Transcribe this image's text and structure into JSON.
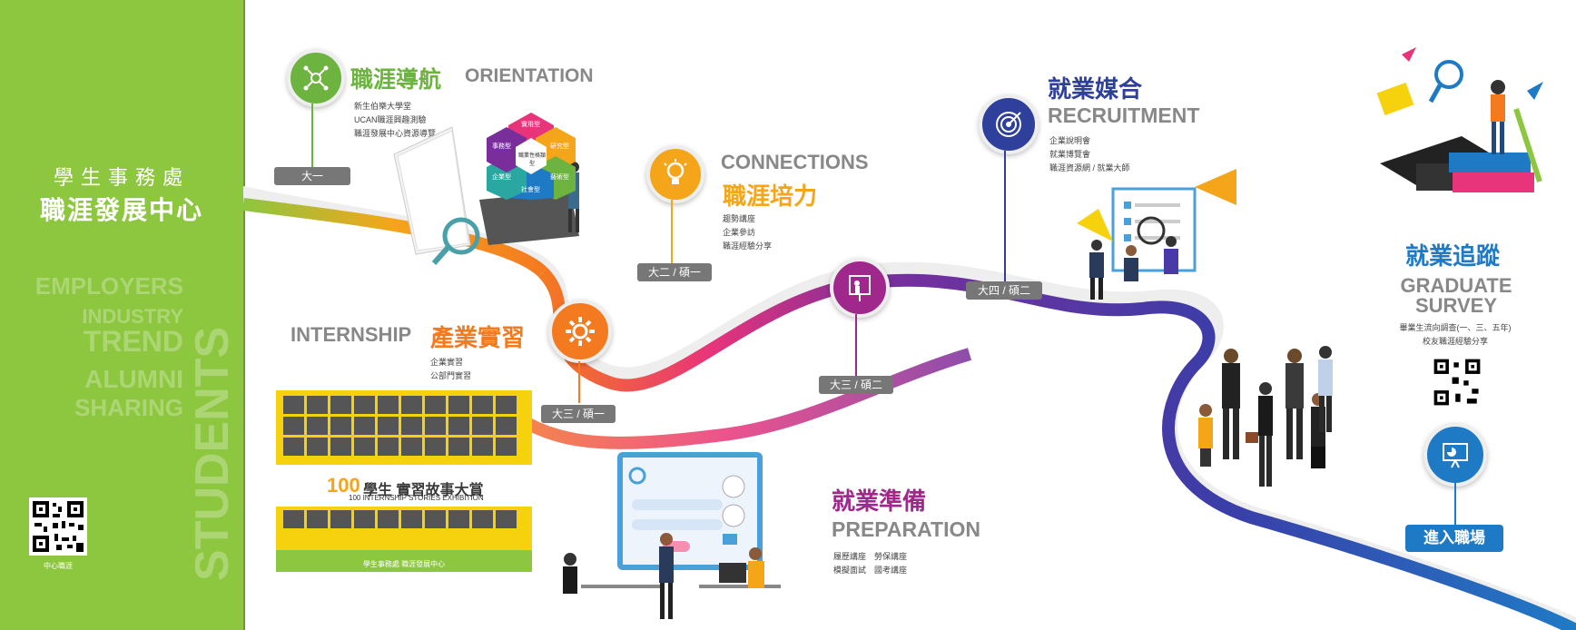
{
  "sidebar": {
    "dept": "學生事務處",
    "center": "職涯發展中心",
    "words": [
      "EMPLOYERS",
      "INDUSTRY",
      "TREND",
      "ALUMNI",
      "SHARING"
    ],
    "vertical_word": "STUDENTS",
    "qr_label": "中心職涯"
  },
  "stages": {
    "orientation": {
      "zh": "職涯導航",
      "en": "ORIENTATION",
      "year": "大一",
      "items": [
        "新生伯樂大學堂",
        "UCAN職涯興趣測驗",
        "職涯發展中心資源導覽"
      ],
      "color": "#6cb33f",
      "icon": "network-icon"
    },
    "connections": {
      "zh": "職涯培力",
      "en": "CONNECTIONS",
      "year": "大二 / 碩一",
      "items": [
        "趨勢講座",
        "企業參訪",
        "職涯經驗分享"
      ],
      "color": "#f5a51a",
      "icon": "lightbulb-icon"
    },
    "internship": {
      "zh": "產業實習",
      "en": "INTERNSHIP",
      "year": "大三 / 碩一",
      "items": [
        "企業實習",
        "公部門實習"
      ],
      "color": "#f47a20",
      "icon": "gear-icon"
    },
    "preparation": {
      "zh": "就業準備",
      "en": "PREPARATION",
      "year": "大三 / 碩二",
      "items": [
        "履歷講座　勞保講座",
        "模擬面試　國考講座"
      ],
      "color": "#a0288c",
      "icon": "presenter-icon"
    },
    "recruitment": {
      "zh": "就業媒合",
      "en": "RECRUITMENT",
      "year": "大四 / 碩二",
      "items": [
        "企業說明會",
        "就業博覽會",
        "職涯資源網 / 就業大師"
      ],
      "color": "#2e3f9c",
      "icon": "target-icon"
    },
    "survey": {
      "zh": "就業追蹤",
      "en1": "GRADUATE",
      "en2": "SURVEY",
      "items": [
        "畢業生流向調查(一、三、五年)",
        "校友職涯經驗分享"
      ],
      "color": "#1f7ac6",
      "icon": "chart-board-icon",
      "enter": "進入職場"
    }
  },
  "hexagon": {
    "center": "職業性格類型",
    "types": [
      "實用型",
      "研究型",
      "藝術型",
      "社會型",
      "企業型",
      "事務型"
    ]
  },
  "poster": {
    "title_num": "100",
    "title_zh": "學生 實習故事大賞",
    "subtitle": "100 INTERNSHIP STORIES EXHIBITION",
    "footer": "學生事務處 職涯發展中心"
  }
}
